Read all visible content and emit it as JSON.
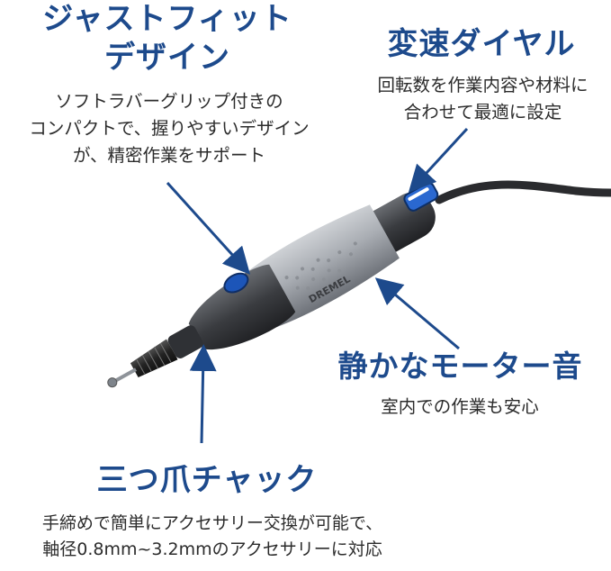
{
  "colors": {
    "heading": "#1d4a8c",
    "arrow": "#1d4a8c",
    "text": "#2c2c2c"
  },
  "features": {
    "just_fit": {
      "title_lines": [
        "ジャストフィット",
        "デザイン"
      ],
      "desc_lines": [
        "ソフトラバーグリップ付きの",
        "コンパクトで、握りやすいデザイン",
        "が、精密作業をサポート"
      ]
    },
    "variable_dial": {
      "title": "変速ダイヤル",
      "desc_lines": [
        "回転数を作業内容や材料に",
        "合わせて最適に設定"
      ]
    },
    "quiet_motor": {
      "title": "静かなモーター音",
      "desc": "室内での作業も安心"
    },
    "three_jaw_chuck": {
      "title": "三つ爪チャック",
      "desc_lines": [
        "手締めで簡単にアクセサリー交換が可能で、",
        "軸径0.8mm~3.2mmのアクセサリーに対応"
      ]
    }
  },
  "tool": {
    "brand_mark": "DREMEL"
  }
}
